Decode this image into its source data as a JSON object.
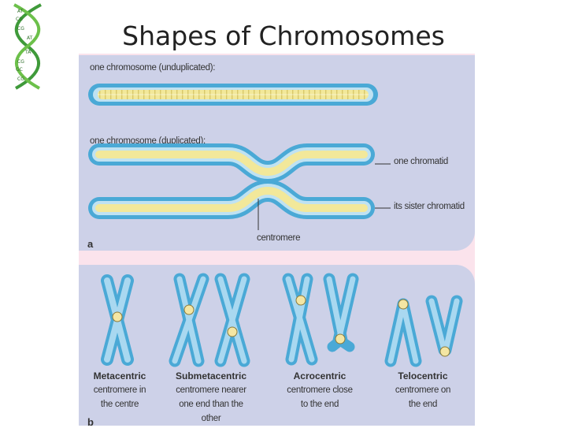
{
  "title": "Shapes of Chromosomes",
  "logo_letters": [
    "AT",
    "CG",
    "CG",
    "AT",
    "TA",
    "CG",
    "GC",
    "CG"
  ],
  "colors": {
    "panel": "#cdd1e8",
    "figure_bg": "#fbe3ec",
    "chromosome_blue": "#4aa9d6",
    "chromatid_light": "#bfe2f2",
    "stripe_yellow": "#f2e89a",
    "centromere": "#f4e6a3",
    "dna_green": "#3f9a3a"
  },
  "panel_a": {
    "label_unduplicated": "one chromosome (unduplicated):",
    "label_duplicated": "one chromosome (duplicated):",
    "label_one_chromatid": "one chromatid",
    "label_sister": "its sister chromatid",
    "label_centromere": "centromere",
    "panel_letter": "a"
  },
  "panel_b": {
    "panel_letter": "b",
    "types": [
      {
        "name": "Metacentric",
        "desc": [
          "centromere in",
          "the centre"
        ]
      },
      {
        "name": "Submetacentric",
        "desc": [
          "centromere nearer",
          "one end than the",
          "other"
        ]
      },
      {
        "name": "Acrocentric",
        "desc": [
          "centromere close",
          "to the end"
        ]
      },
      {
        "name": "Telocentric",
        "desc": [
          "centromere on",
          "the end"
        ]
      }
    ]
  }
}
